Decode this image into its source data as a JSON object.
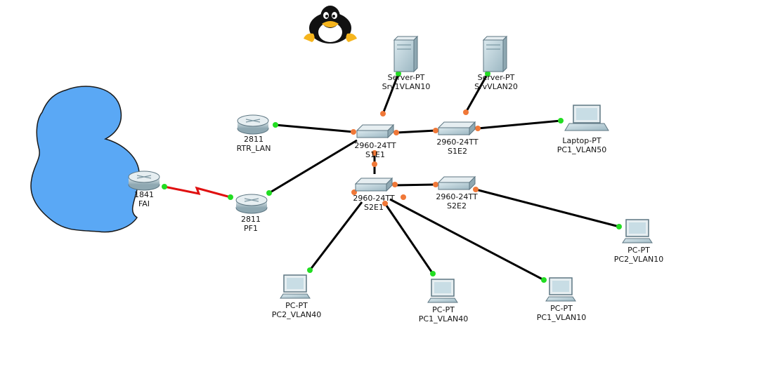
{
  "devices": {
    "fai": {
      "model": "1841",
      "name": "FAI"
    },
    "pf1": {
      "model": "2811",
      "name": "PF1"
    },
    "rtr_lan": {
      "model": "2811",
      "name": "RTR_LAN"
    },
    "s1e1": {
      "model": "2960-24TT",
      "name": "S1E1"
    },
    "s1e2": {
      "model": "2960-24TT",
      "name": "S1E2"
    },
    "s2e1": {
      "model": "2960-24TT",
      "name": "S2E1"
    },
    "s2e2": {
      "model": "2960-24TT",
      "name": "S2E2"
    },
    "srv1": {
      "model": "Server-PT",
      "name": "Srv1VLAN10"
    },
    "srv2": {
      "model": "Server-PT",
      "name": "SrvVLAN20"
    },
    "laptop": {
      "model": "Laptop-PT",
      "name": "PC1_VLAN50"
    },
    "pc2_vlan10": {
      "model": "PC-PT",
      "name": "PC2_VLAN10"
    },
    "pc2_vlan40": {
      "model": "PC-PT",
      "name": "PC2_VLAN40"
    },
    "pc1_vlan40": {
      "model": "PC-PT",
      "name": "PC1_VLAN40"
    },
    "pc1_vlan10": {
      "model": "PC-PT",
      "name": "PC1_VLAN10"
    }
  },
  "colors": {
    "cloud_fill": "#5aa8f5",
    "cloud_stroke": "#1a1a1a",
    "link": "#000000",
    "serial_link": "#e01010",
    "port_up": "#22dd22",
    "port_pending": "#f07838",
    "device_body": "#c8dde5",
    "device_stroke": "#6a8a96"
  },
  "icons": [
    "tux-penguin-icon",
    "cloud-icon",
    "router-icon",
    "switch-icon",
    "server-icon",
    "laptop-icon",
    "pc-icon"
  ]
}
